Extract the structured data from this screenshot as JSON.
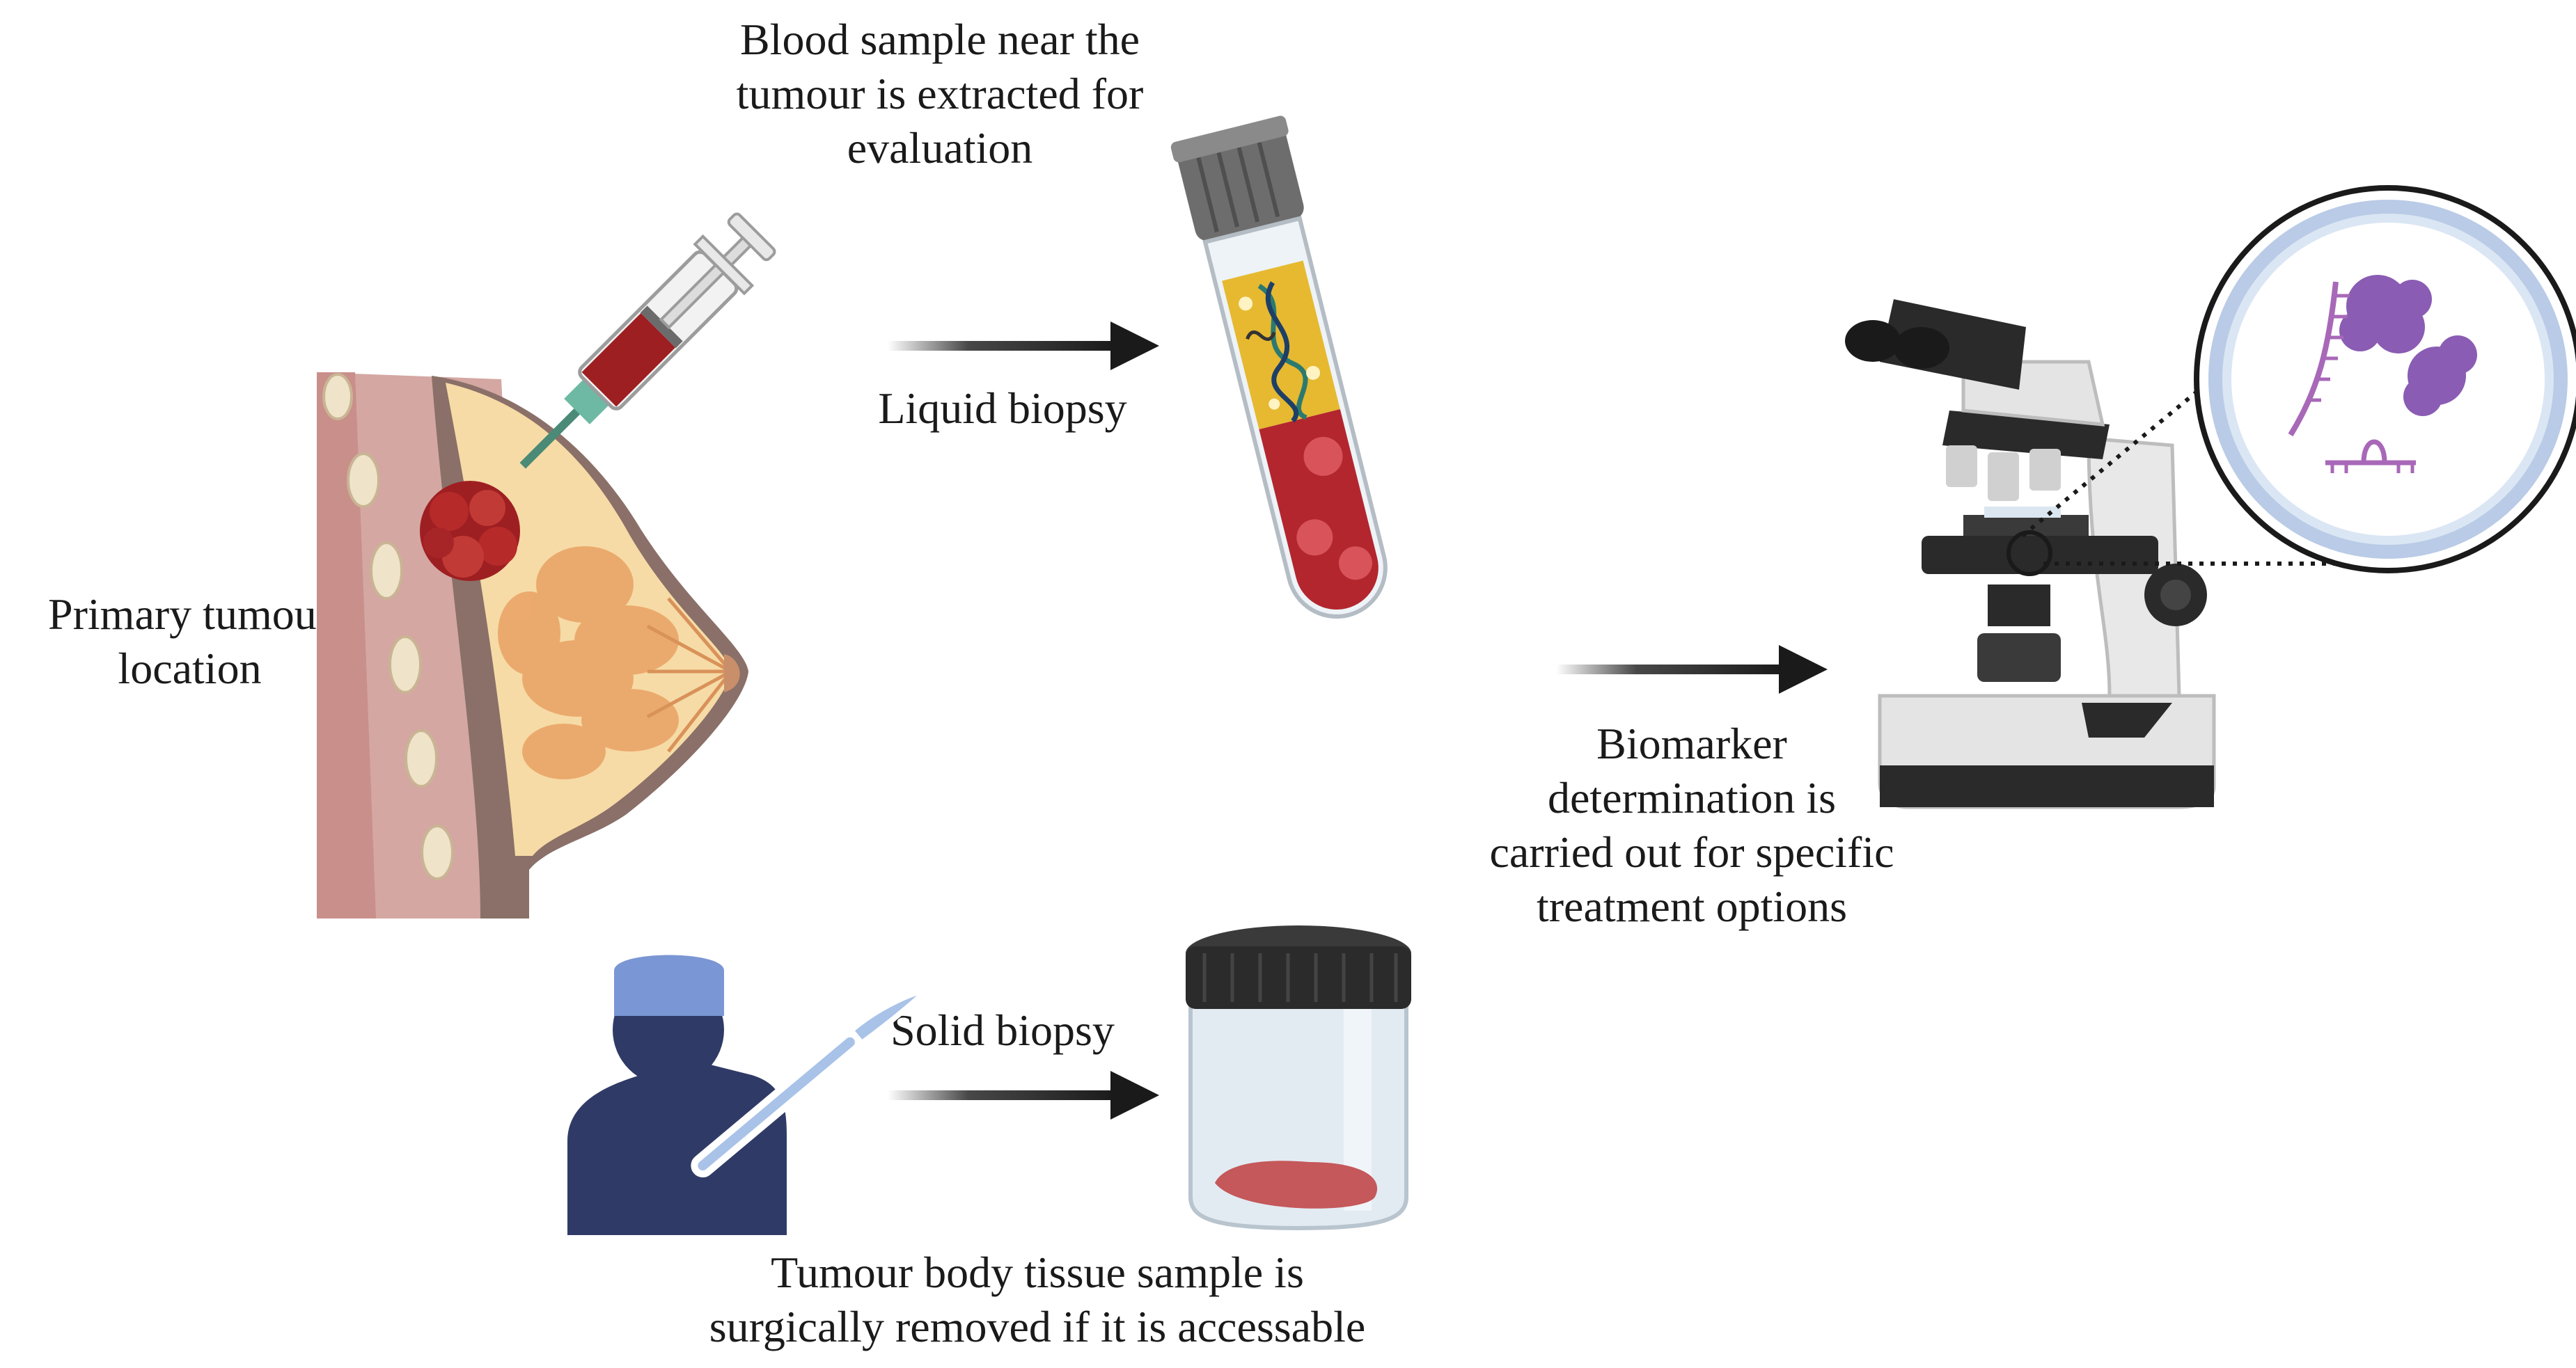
{
  "labels": {
    "blood_sample": [
      "Blood sample near the",
      "tumour is extracted for",
      "evaluation"
    ],
    "liquid_biopsy": "Liquid biopsy",
    "primary_tumour": [
      "Primary tumour",
      "location"
    ],
    "biomarker": [
      "Biomarker",
      "determination is",
      "carried out for specific",
      "treatment options"
    ],
    "solid_biopsy": "Solid biopsy",
    "tissue_sample": [
      "Tumour body tissue sample is",
      "surgically removed if it is accessable"
    ]
  },
  "colors": {
    "arrow": "#1a1a1a",
    "breast_skin": "#e9d8c7",
    "breast_fat": "#f6d9a0",
    "gland": "#eba86b",
    "tumour": "#b72a2a",
    "muscle": "#c98f8a",
    "blood": "#b3262e",
    "plasma": "#e6b931",
    "cap_grey": "#6d6d6d",
    "jar_lid": "#2b2b2b",
    "tissue": "#c4585a",
    "surgeon": "#2f3b66",
    "surgeon_cap": "#7b96d4",
    "scalpel": "#a9c2e8",
    "microscope_body": "#e4e4e4",
    "microscope_dark": "#2a2a2a",
    "biomolecule": "#8a5cb3",
    "lens_ring": "#b9cbe6"
  },
  "icons": [
    "breast-anatomy-icon",
    "syringe-icon",
    "blood-tube-icon",
    "specimen-jar-icon",
    "surgeon-icon",
    "scalpel-icon",
    "microscope-icon",
    "magnified-view-icon"
  ]
}
